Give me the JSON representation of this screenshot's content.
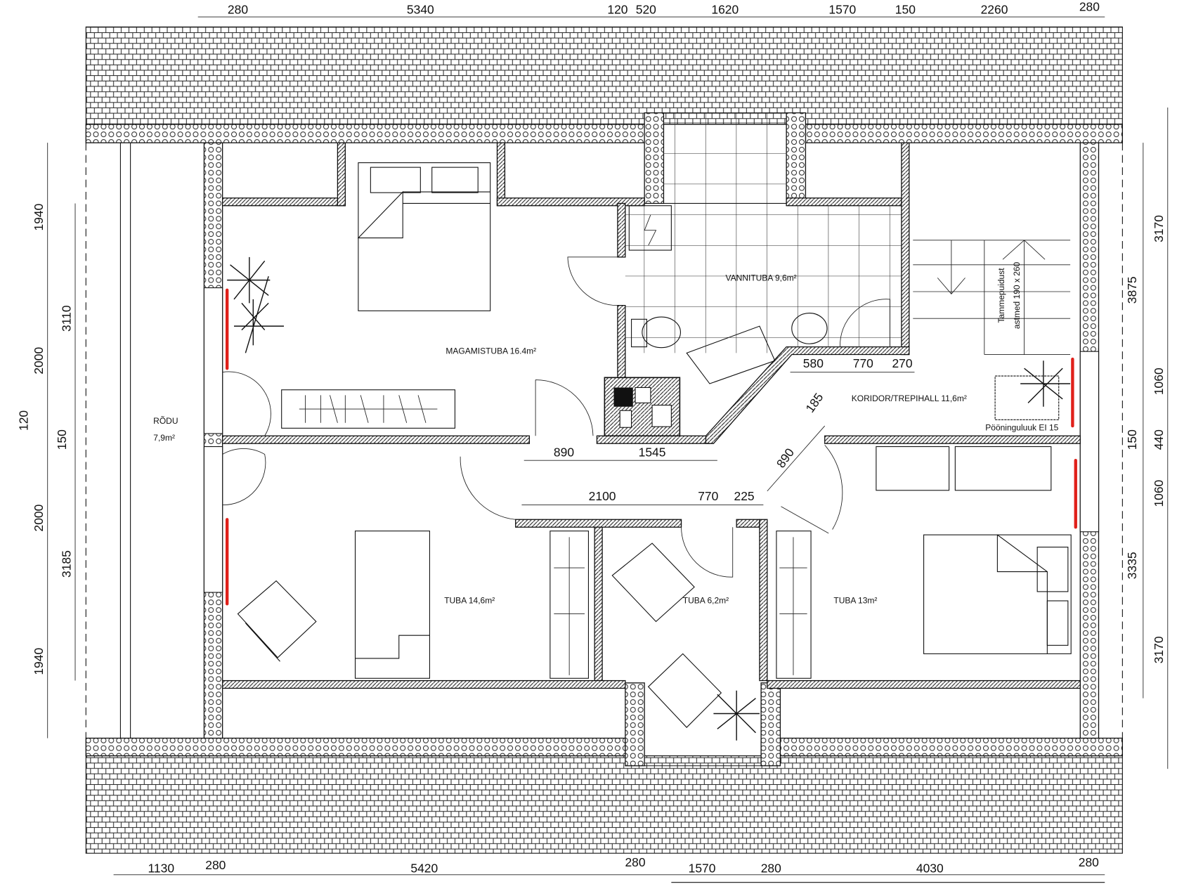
{
  "plan": {
    "rooms": {
      "magamistuba": "MAGAMISTUBA 16.4m²",
      "vannituba": "VANNITUBA 9,6m²",
      "koridor": "KORIDOR/TREPIHALL 11,6m²",
      "rodu_name": "RÕDU",
      "rodu_area": "7,9m²",
      "tuba1": "TUBA 14,6m²",
      "tuba2": "TUBA 6,2m²",
      "tuba3": "TUBA 13m²"
    },
    "notes": {
      "hatch": "Pööninguluuk EI 15",
      "stair1": "Tammepuidust",
      "stair2": "astmed  190 x 260"
    },
    "dims_top": [
      "280",
      "5340",
      "120",
      "520",
      "1620",
      "1570",
      "150",
      "2260",
      "280"
    ],
    "dims_bottom": [
      "1130",
      "280",
      "5420",
      "280",
      "1570",
      "280",
      "4030",
      "280"
    ],
    "dims_left": [
      "1940",
      "3110",
      "2000",
      "120",
      "150",
      "2000",
      "3185",
      "1940"
    ],
    "dims_right": [
      "3170",
      "3875",
      "1060",
      "150",
      "440",
      "1060",
      "3335",
      "3170"
    ],
    "dims_inner": [
      "580",
      "770",
      "270",
      "890",
      "1545",
      "2100",
      "770",
      "225",
      "185",
      "890"
    ],
    "colors": {
      "line": "#111111",
      "accent": "#e0201a"
    }
  }
}
